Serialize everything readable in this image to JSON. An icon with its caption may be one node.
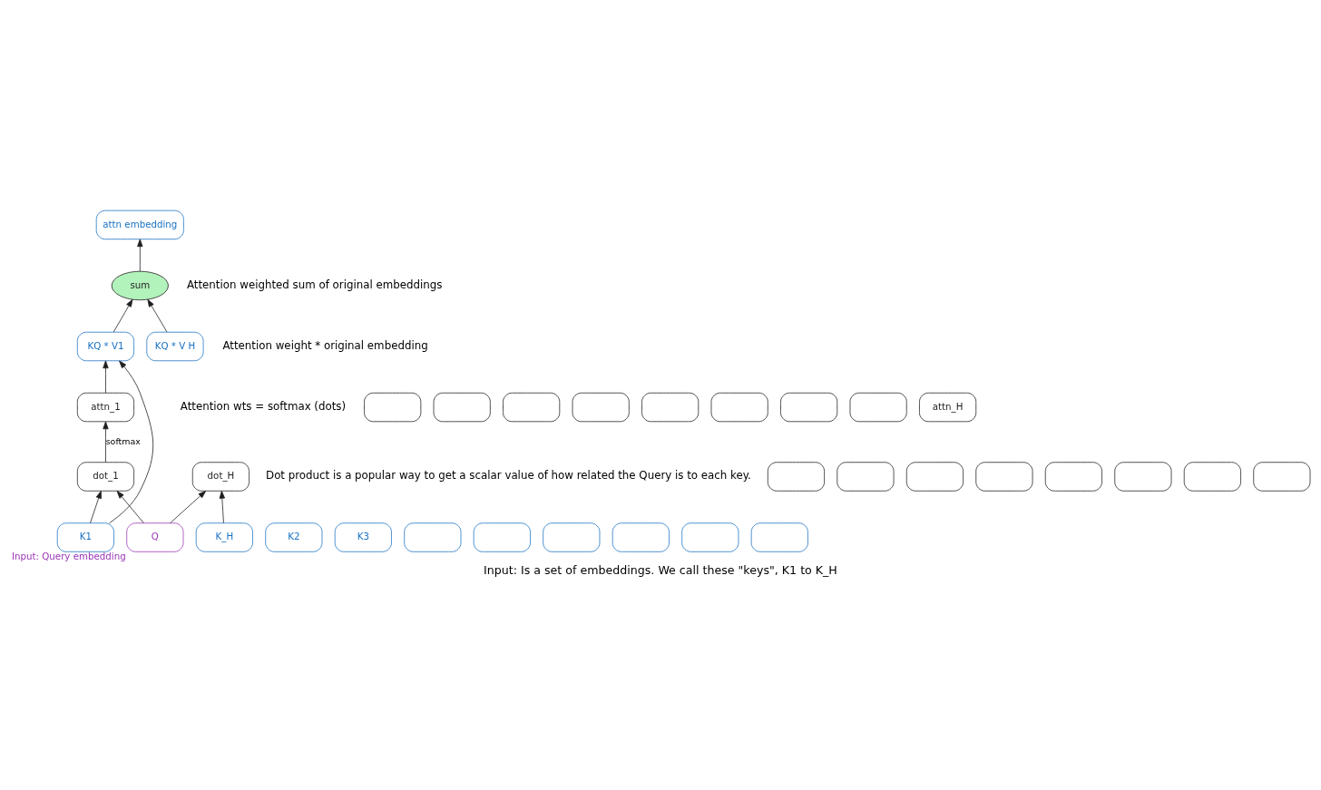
{
  "diagram": {
    "caption": "Input: Is a set of embeddings. We call these \"keys\", K1 to K_H",
    "nodes": [
      {
        "text": [
          "attn embedding"
        ]
      },
      {
        "text": [
          "sum"
        ]
      },
      {
        "text": [
          "KQ * V1"
        ]
      },
      {
        "text": [
          "KQ * V H"
        ]
      },
      {
        "text": [
          "attn_1"
        ]
      },
      {
        "text": [],
        "shape": "box"
      },
      {
        "text": [],
        "shape": "box"
      },
      {
        "text": [],
        "shape": "box"
      },
      {
        "text": [],
        "shape": "box"
      },
      {
        "text": [],
        "shape": "box"
      },
      {
        "text": [],
        "shape": "box"
      },
      {
        "text": [],
        "shape": "box"
      },
      {
        "text": [],
        "shape": "box"
      },
      {
        "text": [
          "attn_H"
        ]
      },
      {
        "text": [
          "Q"
        ],
        "beside": [
          "Input: Query embedding"
        ]
      },
      {
        "text": [
          "dot_1"
        ]
      },
      {
        "text": [],
        "shape": "box"
      },
      {
        "text": [],
        "shape": "box"
      },
      {
        "text": [],
        "shape": "box"
      },
      {
        "text": [],
        "shape": "box"
      },
      {
        "text": [],
        "shape": "box"
      },
      {
        "text": [],
        "shape": "box"
      },
      {
        "text": [],
        "shape": "box"
      },
      {
        "text": [],
        "shape": "box"
      },
      {
        "text": [
          "dot_H"
        ]
      },
      {
        "text": [
          "K1"
        ]
      },
      {
        "text": [
          "K2"
        ]
      },
      {
        "text": [
          "K3"
        ]
      },
      {
        "text": [],
        "shape": "box"
      },
      {
        "text": [],
        "shape": "box"
      },
      {
        "text": [],
        "shape": "box"
      },
      {
        "text": [],
        "shape": "box"
      },
      {
        "text": [],
        "shape": "box"
      },
      {
        "text": [],
        "shape": "box"
      },
      {
        "text": [
          "K_H"
        ]
      }
    ],
    "edges": [
      {
        "from": 1,
        "to": 0,
        "arrow": "to"
      },
      {
        "from": 2,
        "to": 1,
        "arrow": "to"
      },
      {
        "from": 3,
        "to": 1,
        "arrow": "to"
      },
      {
        "from": 4,
        "to": 2,
        "arrow": "to"
      },
      {
        "from": 15,
        "to": 4,
        "arrow": "to",
        "label": "softmax"
      },
      {
        "from": 14,
        "to": 15,
        "arrow": "to"
      },
      {
        "from": 14,
        "to": 24,
        "arrow": "to"
      },
      {
        "from": 25,
        "to": 15,
        "arrow": "to"
      },
      {
        "from": 34,
        "to": 24,
        "arrow": "to"
      },
      {
        "from": 25,
        "to": 2,
        "arrow": "to"
      }
    ],
    "labels": [
      "Attention weighted sum of original embeddings",
      "Attention weight * original embedding",
      "Attention wts = softmax (dots)",
      "Dot product is a popular way to get a scalar value of how related the Query is to each key."
    ]
  }
}
